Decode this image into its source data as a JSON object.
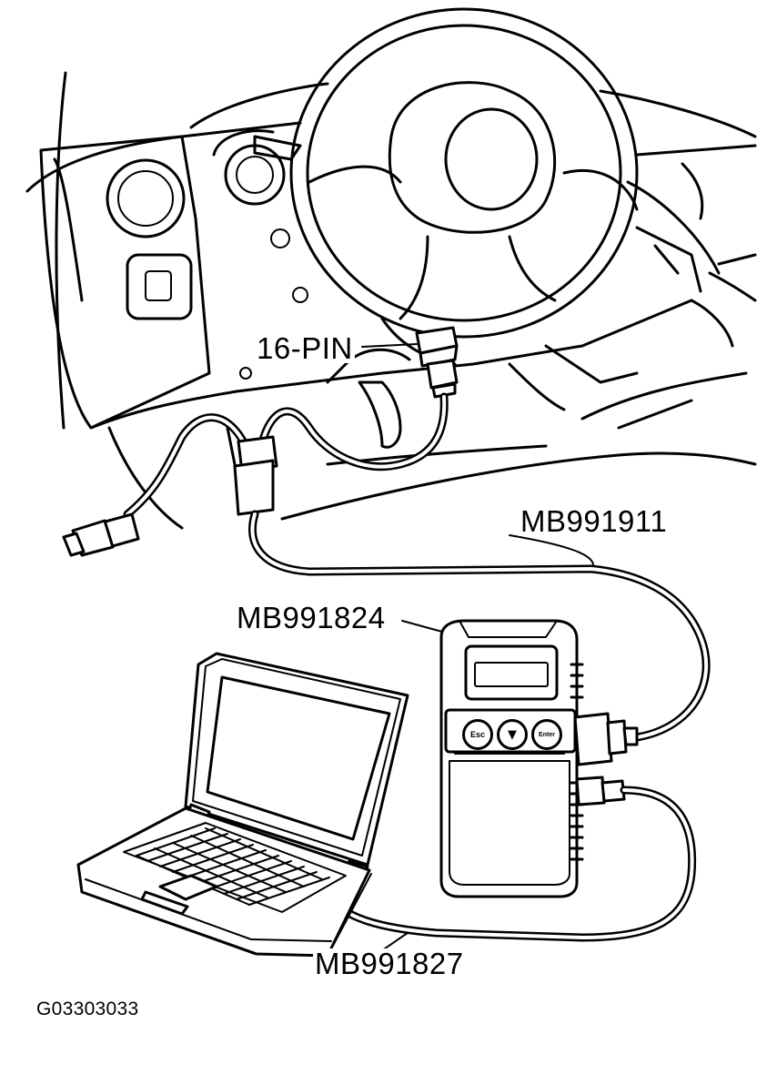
{
  "figure_id": "G03303033",
  "labels": {
    "connector": "16-PIN",
    "harness": "MB991911",
    "scan_tool": "MB991824",
    "usb_cable": "MB991827"
  },
  "buttons": {
    "esc": "Esc",
    "down": "▼",
    "enter": "Enter"
  }
}
